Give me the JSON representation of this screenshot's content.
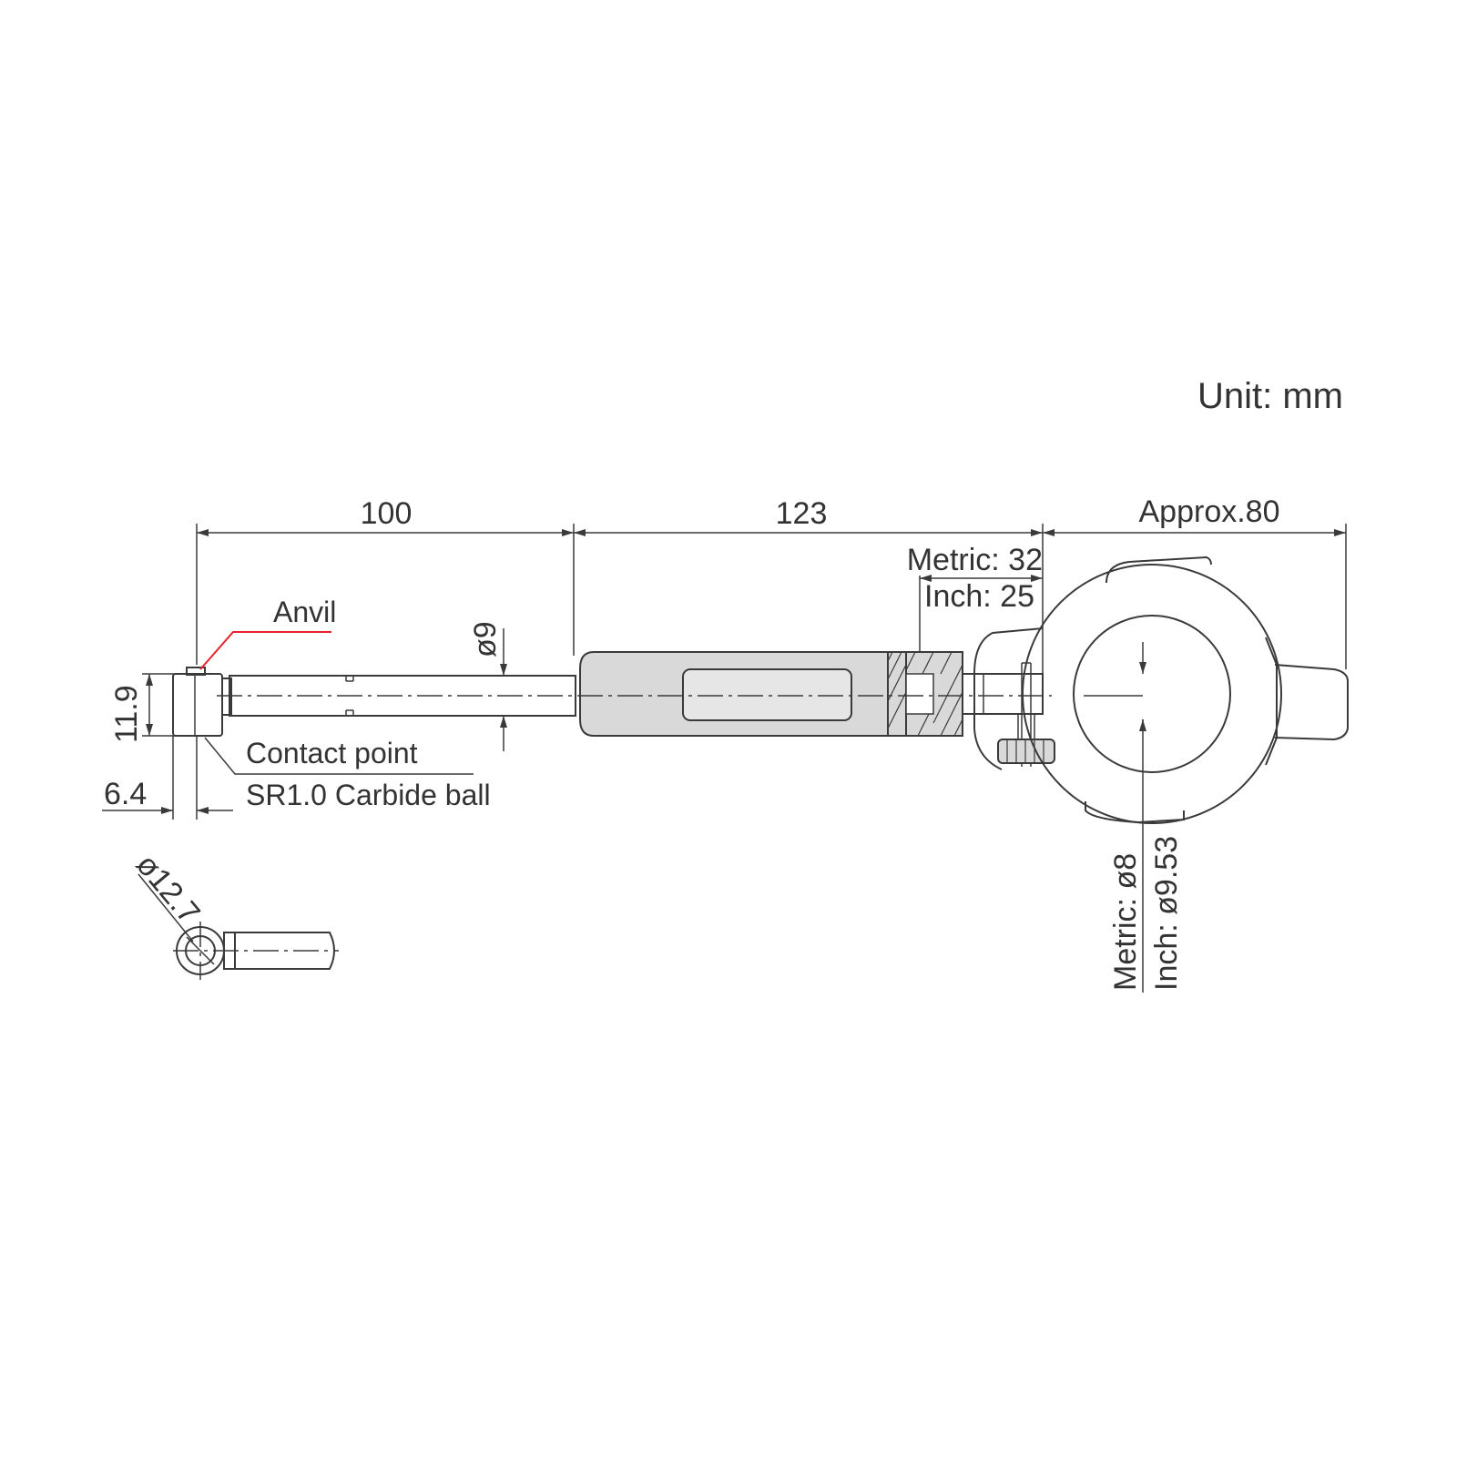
{
  "unit_label": "Unit: mm",
  "dimensions": {
    "d100": "100",
    "d123": "123",
    "approx80": "Approx.80",
    "metric32": "Metric: 32",
    "inch25": "Inch: 25",
    "dia9": "ø9",
    "h11_9": "11.9",
    "w6_4": "6.4",
    "dia12_7": "ø12.7",
    "metric_dia8": "Metric: ø8",
    "inch_dia9_53": "Inch: ø9.53"
  },
  "callouts": {
    "anvil": "Anvil",
    "contact_point": "Contact point",
    "carbide_ball": "SR1.0 Carbide ball"
  },
  "colors": {
    "anvil_leader": "#e8202a",
    "line": "#3a3a3a",
    "body_fill": "#d9d9d9"
  }
}
